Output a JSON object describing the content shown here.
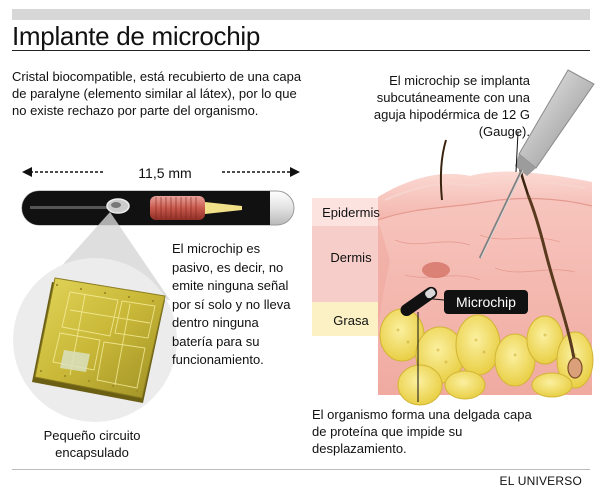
{
  "title": "Implante de microchip",
  "intro_text": "Cristal biocompatible, está recubierto de una capa de paralyne (elemento similar al látex), por lo que no existe rechazo por parte del organismo.",
  "needle_text": "El microchip se implanta subcutáneamente con una aguja hipodérmica de 12 G (Gauge).",
  "measurement": "11,5 mm",
  "passive_text": "El microchip es pasivo, es decir, no emite ninguna señal por sí solo y no lleva dentro ninguna batería para su funcionamiento.",
  "skin_layers": {
    "epidermis": "Epidermis",
    "dermis": "Dermis",
    "grasa": "Grasa"
  },
  "microchip_label": "Microchip",
  "protein_text": "El organismo forma una delgada capa de proteína que impide su desplazamiento.",
  "circuit_label": "Pequeño circuito encapsulado",
  "credit": "EL UNIVERSO",
  "colors": {
    "capsule": "#111111",
    "circuit": "#c9b838",
    "epidermis_band": "#fce3e0",
    "dermis_band": "#f6cdc9",
    "fat_band": "#fbf1c4",
    "skin": "#f5b9b0",
    "fat": "#f3e16a"
  }
}
